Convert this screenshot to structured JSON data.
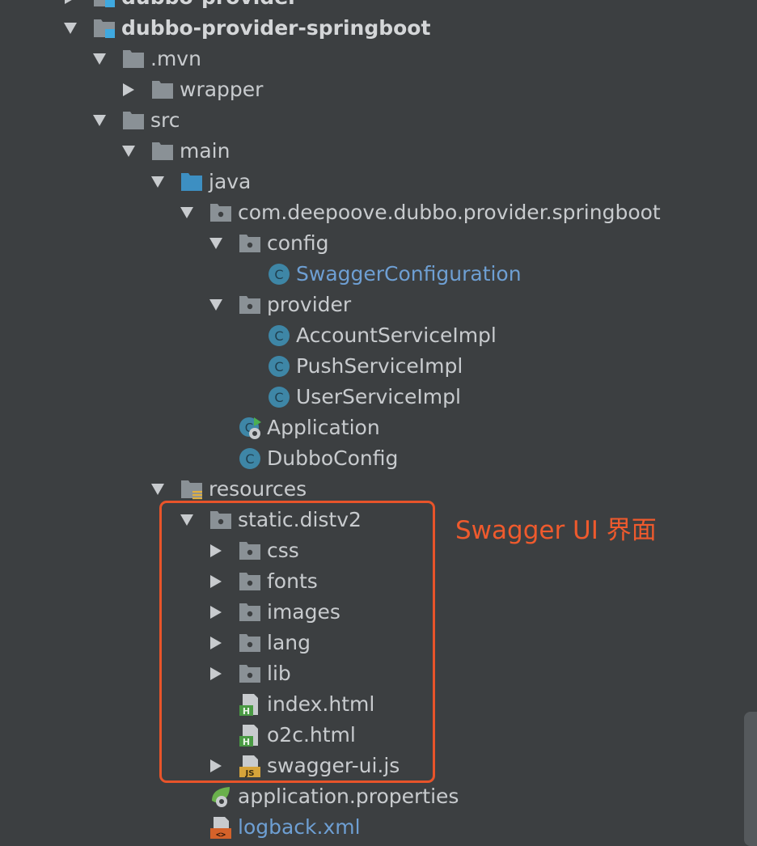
{
  "tree": [
    {
      "label": "dubbo-provider",
      "depth": 0,
      "arrow": "collapsed",
      "icon": "module-folder-icon",
      "style": "bold",
      "partial": true
    },
    {
      "label": "dubbo-provider-springboot",
      "depth": 0,
      "arrow": "expanded",
      "icon": "module-folder-icon",
      "style": "bold"
    },
    {
      "label": ".mvn",
      "depth": 1,
      "arrow": "expanded",
      "icon": "folder-icon"
    },
    {
      "label": "wrapper",
      "depth": 2,
      "arrow": "collapsed",
      "icon": "folder-icon"
    },
    {
      "label": "src",
      "depth": 1,
      "arrow": "expanded",
      "icon": "folder-icon"
    },
    {
      "label": "main",
      "depth": 2,
      "arrow": "expanded",
      "icon": "folder-icon"
    },
    {
      "label": "java",
      "depth": 3,
      "arrow": "expanded",
      "icon": "source-folder-icon"
    },
    {
      "label": "com.deepoove.dubbo.provider.springboot",
      "depth": 4,
      "arrow": "expanded",
      "icon": "package-icon"
    },
    {
      "label": "config",
      "depth": 5,
      "arrow": "expanded",
      "icon": "package-icon"
    },
    {
      "label": "SwaggerConfiguration",
      "depth": 6,
      "arrow": "none",
      "icon": "class-icon",
      "style": "blue"
    },
    {
      "label": "provider",
      "depth": 5,
      "arrow": "expanded",
      "icon": "package-icon"
    },
    {
      "label": "AccountServiceImpl",
      "depth": 6,
      "arrow": "none",
      "icon": "class-icon"
    },
    {
      "label": "PushServiceImpl",
      "depth": 6,
      "arrow": "none",
      "icon": "class-icon"
    },
    {
      "label": "UserServiceImpl",
      "depth": 6,
      "arrow": "none",
      "icon": "class-icon"
    },
    {
      "label": "Application",
      "depth": 5,
      "arrow": "none",
      "icon": "spring-boot-class-icon"
    },
    {
      "label": "DubboConfig",
      "depth": 5,
      "arrow": "none",
      "icon": "class-icon"
    },
    {
      "label": "resources",
      "depth": 3,
      "arrow": "expanded",
      "icon": "resources-folder-icon"
    },
    {
      "label": "static.distv2",
      "depth": 4,
      "arrow": "expanded",
      "icon": "package-icon"
    },
    {
      "label": "css",
      "depth": 5,
      "arrow": "collapsed",
      "icon": "package-icon"
    },
    {
      "label": "fonts",
      "depth": 5,
      "arrow": "collapsed",
      "icon": "package-icon"
    },
    {
      "label": "images",
      "depth": 5,
      "arrow": "collapsed",
      "icon": "package-icon"
    },
    {
      "label": "lang",
      "depth": 5,
      "arrow": "collapsed",
      "icon": "package-icon"
    },
    {
      "label": "lib",
      "depth": 5,
      "arrow": "collapsed",
      "icon": "package-icon"
    },
    {
      "label": "index.html",
      "depth": 5,
      "arrow": "none",
      "icon": "html-file-icon"
    },
    {
      "label": "o2c.html",
      "depth": 5,
      "arrow": "none",
      "icon": "html-file-icon"
    },
    {
      "label": "swagger-ui.js",
      "depth": 5,
      "arrow": "collapsed",
      "icon": "js-file-icon"
    },
    {
      "label": "application.properties",
      "depth": 4,
      "arrow": "none",
      "icon": "spring-properties-icon"
    },
    {
      "label": "logback.xml",
      "depth": 4,
      "arrow": "none",
      "icon": "xml-file-icon",
      "style": "blue"
    }
  ],
  "annotation": {
    "text": "Swagger UI 界面",
    "color": "#e8542a"
  },
  "colors": {
    "background": "#3c3f41",
    "text": "#c8cbce",
    "highlight_text": "#6e9fd3",
    "folder": "#8a9196",
    "source_folder": "#3d8fc2",
    "class_badge": "#3e86a6"
  }
}
